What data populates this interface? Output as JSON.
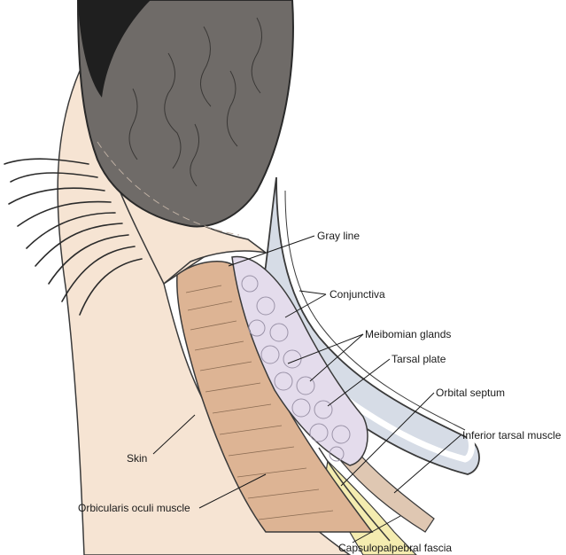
{
  "figure": {
    "labels": {
      "gray_line": "Gray line",
      "conjunctiva": "Conjunctiva",
      "meibomian_glands": "Meibomian glands",
      "tarsal_plate": "Tarsal plate",
      "orbital_septum": "Orbital septum",
      "inferior_tarsal_muscle": "Inferior tarsal muscle",
      "skin": "Skin",
      "orbicularis_oculi_muscle": "Orbicularis oculi muscle",
      "capsulopalpebral_fascia": "Capsulopalpebral fascia"
    },
    "colors": {
      "eyeball": "#6f6b68",
      "skin": "#f6e4d3",
      "orbicularis": "#ddb494",
      "tarsal_plate": "#e4dcec",
      "conjunctiva": "#d6dce6",
      "fascia": "#f4ecb0",
      "lashes": "#2b2b2b"
    }
  }
}
